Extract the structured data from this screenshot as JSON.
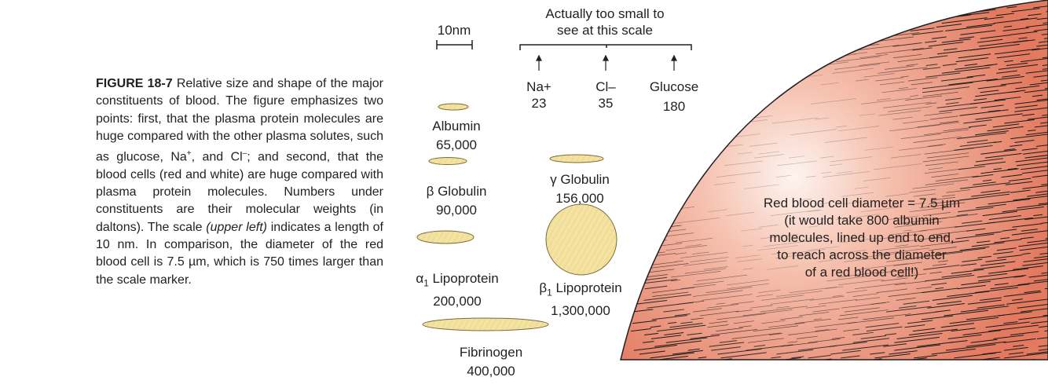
{
  "caption": {
    "figure_label": "FIGURE 18-7",
    "text_before_na": " Relative size and shape of the major constituents of blood. The figure emphasizes two points: first, that the plasma protein molecules are huge compared with the other plasma solutes, such as glucose, Na",
    "na_sup": "+",
    "text_between": ", and Cl",
    "cl_sup": "–",
    "text_after_cl": "; and second, that the blood cells (red and white) are huge compared with plasma protein molecules. Numbers under constituents are their molecular weights (in daltons). The scale ",
    "italic_part": "(upper left)",
    "text_end": " indicates a length of 10 nm. In comparison, the diameter of the red blood cell is 7.5 µm, which is 750 times larger than the scale marker."
  },
  "scale_bar": {
    "label": "10nm"
  },
  "small_solutes": {
    "title_line1": "Actually too small to",
    "title_line2": "see at this scale",
    "items": [
      {
        "name": "Na+",
        "weight": "23"
      },
      {
        "name": "Cl–",
        "weight": "35"
      },
      {
        "name": "Glucose",
        "weight": "180"
      }
    ]
  },
  "proteins": {
    "albumin": {
      "name": "Albumin",
      "weight": "65,000"
    },
    "beta_globulin": {
      "name": "β Globulin",
      "weight": "90,000"
    },
    "gamma_globulin": {
      "name": "γ Globulin",
      "weight": "156,000"
    },
    "alpha1_lipoprotein": {
      "name_prefix": "α",
      "name_sub": "1",
      "name_rest": " Lipoprotein",
      "weight": "200,000"
    },
    "beta1_lipoprotein": {
      "name_prefix": "β",
      "name_sub": "1",
      "name_rest": " Lipoprotein",
      "weight": "1,300,000"
    },
    "fibrinogen": {
      "name": "Fibrinogen",
      "weight": "400,000"
    }
  },
  "red_blood_cell": {
    "lines": [
      "Red blood cell diameter = 7.5 µm",
      "(it would take 800 albumin",
      "molecules, lined up end to end,",
      "to reach across the diameter",
      "of a red blood cell!)"
    ]
  },
  "colors": {
    "text": "#231f20",
    "molecule_fill": "#f4e3a0",
    "cell_center": "#fbefea",
    "cell_edge": "#e67f66"
  }
}
